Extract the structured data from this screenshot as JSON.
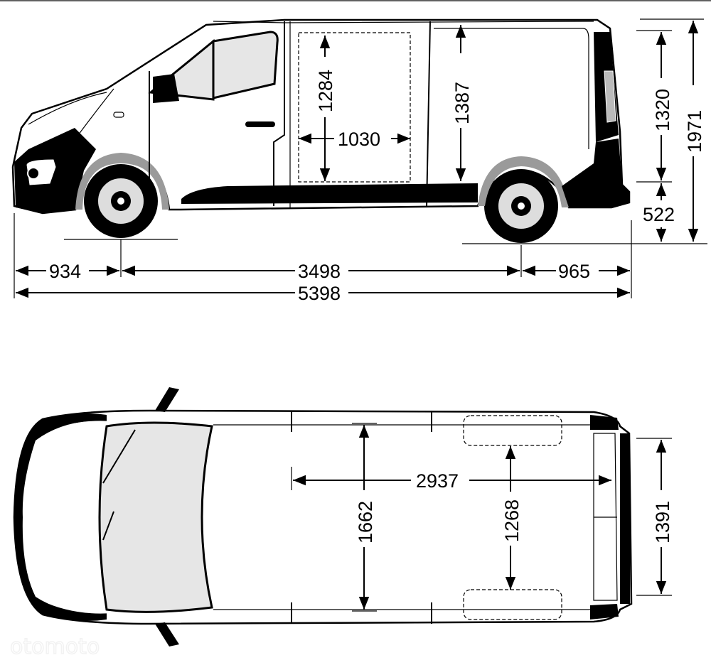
{
  "side_view": {
    "cargo_height_inner": "1284",
    "cargo_width_door": "1030",
    "cargo_height_total": "1387",
    "rear_opening_height": "1320",
    "overall_height": "1971",
    "loading_sill_height": "522",
    "front_overhang": "934",
    "wheelbase": "3498",
    "rear_overhang": "965",
    "overall_length": "5398"
  },
  "top_view": {
    "cargo_length": "2937",
    "cargo_width": "1662",
    "width_between_wheel_arches": "1268",
    "rear_door_width": "1391"
  },
  "watermark": "otomoto",
  "colors": {
    "line": "#000000",
    "glass": "#e6e6e6",
    "trim": "#9a9a9a"
  }
}
